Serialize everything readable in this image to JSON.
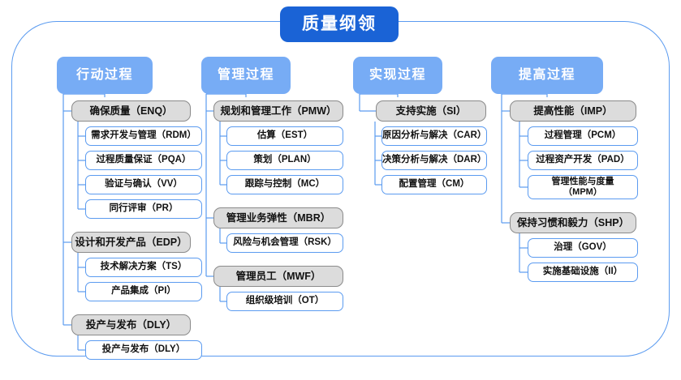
{
  "diagram": {
    "title": "质量纲领",
    "frame_color": "#5B9BF0",
    "title_color": "#1A63D6",
    "header_color": "#77ACF5",
    "category_color": "#DCDCDC",
    "leaf_border_color": "#5B9BF0",
    "columns": [
      {
        "header": "行动过程",
        "groups": [
          {
            "category": "确保质量（ENQ）",
            "items": [
              "需求开发与管理（RDM）",
              "过程质量保证（PQA）",
              "验证与确认（VV）",
              "同行评审（PR）"
            ]
          },
          {
            "category": "设计和开发产品（EDP）",
            "items": [
              "技术解决方案（TS）",
              "产品集成（PI）"
            ]
          },
          {
            "category": "投产与发布（DLY）",
            "items": [
              "投产与发布（DLY）"
            ]
          }
        ]
      },
      {
        "header": "管理过程",
        "groups": [
          {
            "category": "规划和管理工作（PMW）",
            "items": [
              "估算（EST）",
              "策划（PLAN）",
              "跟踪与控制（MC）"
            ]
          },
          {
            "category": "管理业务弹性（MBR）",
            "items": [
              "风险与机会管理（RSK）"
            ]
          },
          {
            "category": "管理员工（MWF）",
            "items": [
              "组织级培训（OT）"
            ]
          }
        ]
      },
      {
        "header": "实现过程",
        "groups": [
          {
            "category": "支持实施（SI）",
            "items": [
              "原因分析与解决（CAR）",
              "决策分析与解决（DAR）",
              "配置管理（CM）"
            ]
          }
        ]
      },
      {
        "header": "提高过程",
        "groups": [
          {
            "category": "提高性能（IMP）",
            "items": [
              "过程管理（PCM）",
              "过程资产开发（PAD）",
              "管理性能与度量\n（MPM）"
            ]
          },
          {
            "category": "保持习惯和毅力（SHP）",
            "items": [
              "治理（GOV）",
              "实施基础设施（II）"
            ]
          }
        ]
      }
    ]
  }
}
